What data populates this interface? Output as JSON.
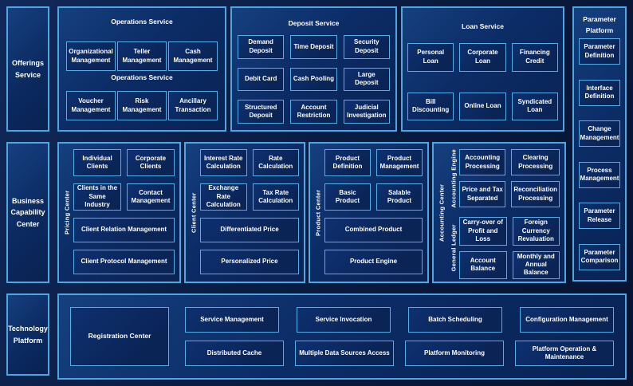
{
  "offerings": {
    "label": "Offerings Service"
  },
  "operations": {
    "title": "Operations Service",
    "subtitle": "Operations Service",
    "boxes": [
      "Organizational Management",
      "Teller Management",
      "Cash Management",
      "Voucher Management",
      "Risk Management",
      "Ancillary Transaction"
    ]
  },
  "deposit": {
    "title": "Deposit Service",
    "boxes": [
      "Demand Deposit",
      "Time Deposit",
      "Security Deposit",
      "Debit Card",
      "Cash Pooling",
      "Large Deposit",
      "Structured Deposit",
      "Account Restriction",
      "Judicial Investigation"
    ]
  },
  "loan": {
    "title": "Loan Service",
    "boxes": [
      "Personal Loan",
      "Corporate Loan",
      "Financing Credit",
      "Bill Discounting",
      "Online Loan",
      "Syndicated Loan"
    ]
  },
  "parameter": {
    "title": "Parameter Platform",
    "boxes": [
      "Parameter Definition",
      "Interface Definition",
      "Change Management",
      "Process Management",
      "Parameter Release",
      "Parameter Comparison"
    ]
  },
  "capability": {
    "label": "Business Capability Center"
  },
  "pricing_center": {
    "label": "Pricing Center",
    "boxes": [
      "Individual Clients",
      "Corporate Clients",
      "Clients in the Same Industry",
      "Contact Management"
    ],
    "wide_boxes": [
      "Client Relation Management",
      "Client Protocol Management"
    ]
  },
  "client_center": {
    "label": "Client Center",
    "boxes": [
      "Interest Rate Calculation",
      "Rate Calculation",
      "Exchange Rate Calculation",
      "Tax Rate Calculation"
    ],
    "wide_boxes": [
      "Differentiated Price",
      "Personalized Price"
    ]
  },
  "product_center": {
    "label": "Product Center",
    "boxes": [
      "Product Definition",
      "Product Management",
      "Basic Product",
      "Salable Product"
    ],
    "wide_boxes": [
      "Combined Product",
      "Product Engine"
    ]
  },
  "accounting_center": {
    "label": "Accounting Center",
    "engine": {
      "label": "Accounting Engine",
      "boxes": [
        "Accounting Processing",
        "Clearing Processing",
        "Price and Tax Separated",
        "Reconciliation Processing"
      ]
    },
    "ledger": {
      "label": "General Ledger",
      "boxes": [
        "Carry-over of Profit and Loss",
        "Foreign Currency Revaluation",
        "Account Balance",
        "Monthly and Annual Balance"
      ]
    }
  },
  "technology": {
    "label": "Technology Platform",
    "registration": "Registration Center",
    "row1": [
      "Service Management",
      "Service Invocation",
      "Batch Scheduling",
      "Configuration Management"
    ],
    "row2": [
      "Distributed Cache",
      "Multiple Data Sources Access",
      "Platform Monitoring",
      "Platform Operation & Maintenance"
    ]
  },
  "colors": {
    "accent_border": "#4FA6E0",
    "panel_bg": "#0C2C66",
    "box_bg": "#0A2456",
    "page_bg": "#0A1C42",
    "text": "#FFFFFF"
  }
}
